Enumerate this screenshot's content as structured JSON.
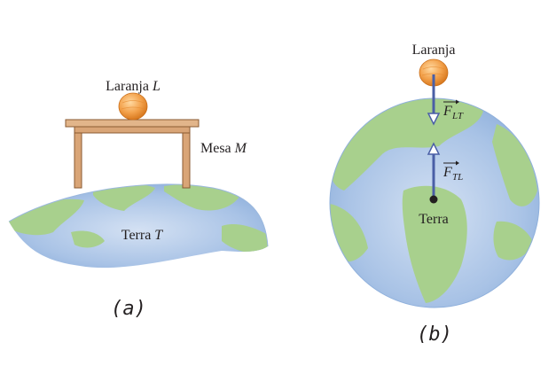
{
  "panel_a": {
    "orange_label": "Laranja",
    "orange_symbol": "L",
    "table_label": "Mesa",
    "table_symbol": "M",
    "earth_label": "Terra",
    "earth_symbol": "T",
    "caption": "(a)"
  },
  "panel_b": {
    "orange_label": "Laranja",
    "force_down_F": "F",
    "force_down_sub": "LT",
    "force_up_F": "F",
    "force_up_sub": "TL",
    "earth_label": "Terra",
    "caption": "(b)"
  },
  "colors": {
    "ocean": "#a9c3e6",
    "land": "#a8d08d",
    "table": "#c8966a",
    "orange": "#f0a04b",
    "arrow": "#4a5fa6"
  }
}
